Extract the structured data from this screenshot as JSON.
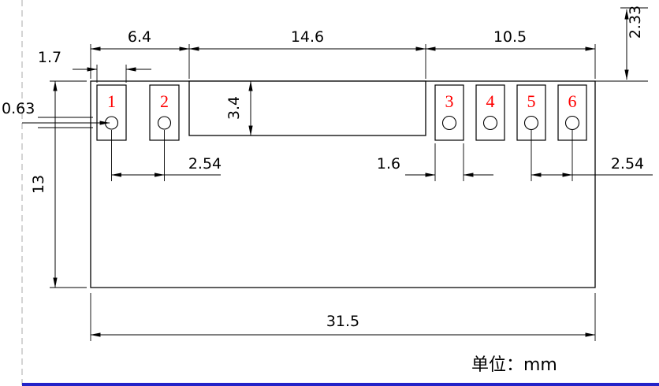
{
  "drawing": {
    "unit_label": "单位：mm",
    "pads": [
      {
        "number": "1"
      },
      {
        "number": "2"
      },
      {
        "number": "3"
      },
      {
        "number": "4"
      },
      {
        "number": "5"
      },
      {
        "number": "6"
      }
    ],
    "dims": {
      "left_group_width": "6.4",
      "middle_width": "14.6",
      "right_group_width": "10.5",
      "pad1_width": "1.7",
      "hole_offset": "0.63",
      "middle_height": "3.4",
      "left_pitch": "2.54",
      "right_pad_width": "1.6",
      "right_pitch": "2.54",
      "board_height": "13",
      "board_width": "31.5",
      "top_offset": "2.33"
    },
    "colors": {
      "line": "#000000",
      "pad_number": "#ff0000",
      "baseline": "#2323c8",
      "centerline": "#a8a8a8"
    }
  }
}
